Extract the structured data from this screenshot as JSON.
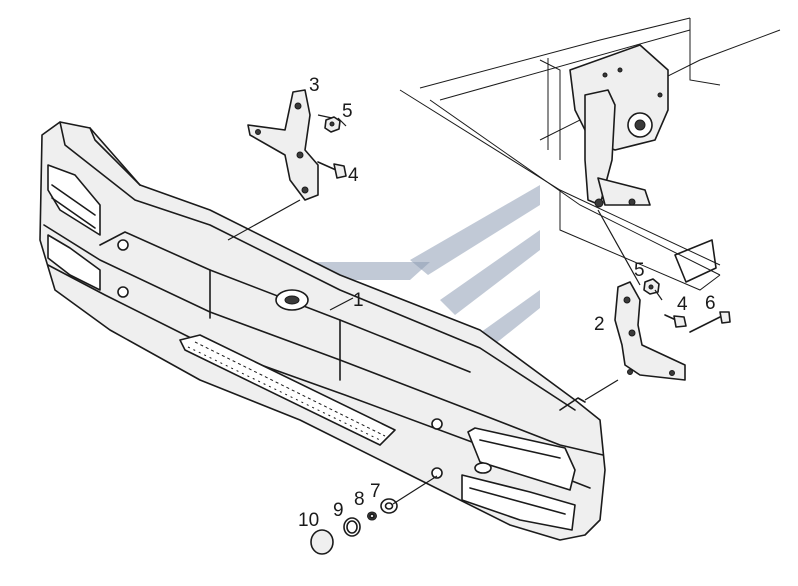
{
  "diagram": {
    "callouts": [
      {
        "id": "1",
        "label": "1"
      },
      {
        "id": "2",
        "label": "2"
      },
      {
        "id": "3",
        "label": "3"
      },
      {
        "id": "4a",
        "label": "4"
      },
      {
        "id": "4b",
        "label": "4"
      },
      {
        "id": "5a",
        "label": "5"
      },
      {
        "id": "5b",
        "label": "5"
      },
      {
        "id": "6",
        "label": "6"
      },
      {
        "id": "7",
        "label": "7"
      },
      {
        "id": "8",
        "label": "8"
      },
      {
        "id": "9",
        "label": "9"
      },
      {
        "id": "10",
        "label": "10"
      }
    ],
    "colors": {
      "line": "#1b1b1b",
      "part_fill": "#efefef",
      "watermark": "#8e9cb5"
    }
  }
}
